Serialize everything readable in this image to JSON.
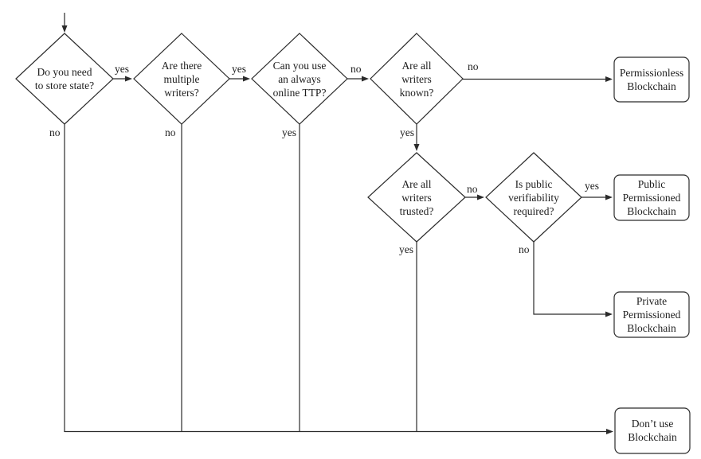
{
  "flowchart": {
    "type": "decision-flowchart",
    "decisions": [
      {
        "name": "store-state",
        "lines": [
          "Do you need",
          "to store state?"
        ]
      },
      {
        "name": "multiple-writers",
        "lines": [
          "Are there",
          "multiple",
          "writers?"
        ]
      },
      {
        "name": "online-ttp",
        "lines": [
          "Can you use",
          "an always",
          "online TTP?"
        ]
      },
      {
        "name": "writers-known",
        "lines": [
          "Are all",
          "writers",
          "known?"
        ]
      },
      {
        "name": "writers-trusted",
        "lines": [
          "Are all",
          "writers",
          "trusted?"
        ]
      },
      {
        "name": "public-verifiability",
        "lines": [
          "Is public",
          "verifiability",
          "required?"
        ]
      }
    ],
    "outcomes": [
      {
        "name": "permissionless-blockchain",
        "lines": [
          "Permissionless",
          "Blockchain"
        ]
      },
      {
        "name": "public-permissioned-blockchain",
        "lines": [
          "Public",
          "Permissioned",
          "Blockchain"
        ]
      },
      {
        "name": "private-permissioned-blockchain",
        "lines": [
          "Private",
          "Permissioned",
          "Blockchain"
        ]
      },
      {
        "name": "dont-use-blockchain",
        "lines": [
          "Don’t use",
          "Blockchain"
        ]
      }
    ],
    "edge_labels": {
      "store_state_yes": "yes",
      "store_state_no": "no",
      "multiple_writers_yes": "yes",
      "multiple_writers_no": "no",
      "online_ttp_no": "no",
      "online_ttp_yes": "yes",
      "writers_known_no": "no",
      "writers_known_yes": "yes",
      "writers_trusted_no": "no",
      "writers_trusted_yes": "yes",
      "public_verifiability_yes": "yes",
      "public_verifiability_no": "no"
    },
    "colors": {
      "line": "#2b2b2b",
      "text": "#1d1d1d",
      "background": "#ffffff"
    }
  }
}
